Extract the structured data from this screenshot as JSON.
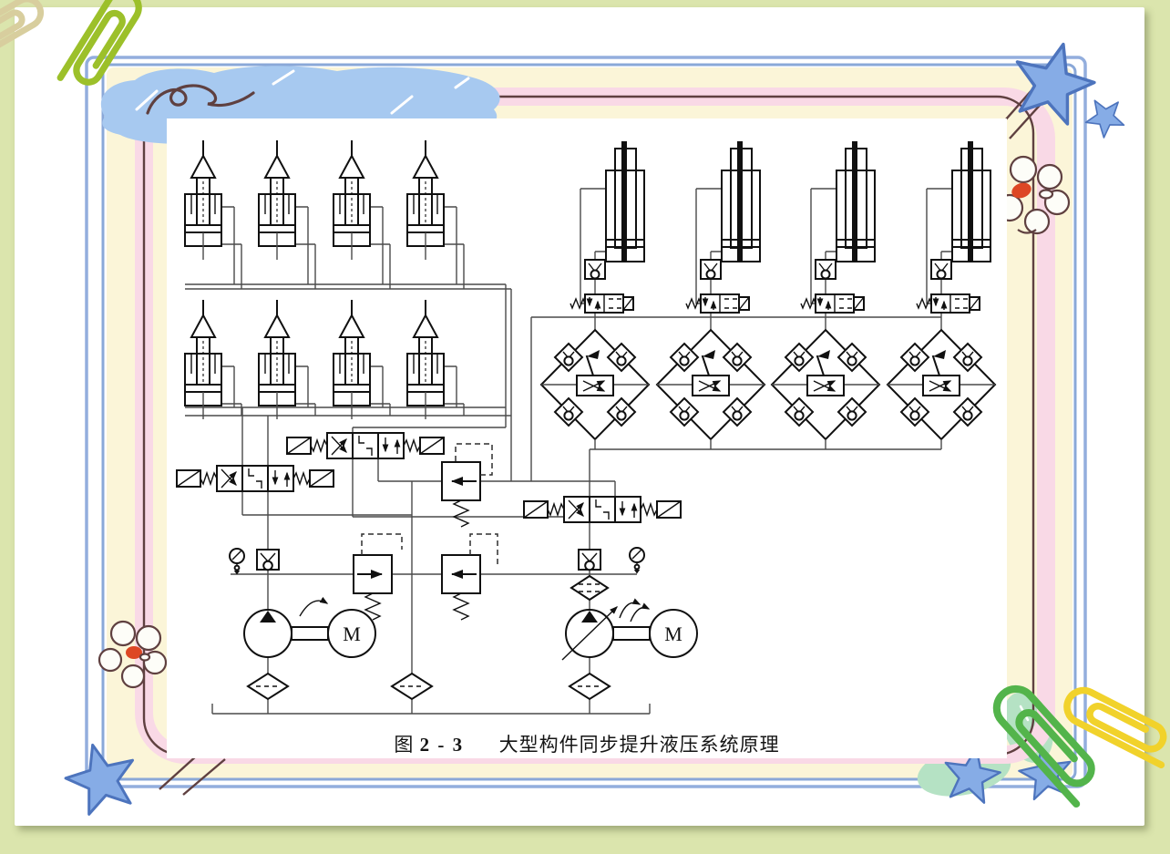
{
  "slide": {
    "background_color": "#dbe5ad",
    "paper_color": "#ffffff"
  },
  "caption": {
    "figure_label": "图",
    "figure_number": "2 - 3",
    "title": "大型构件同步提升液压系统原理"
  },
  "diagram": {
    "motor_label": "M",
    "panel_color": "#ffffff",
    "pipe_color": "#4a4a4a",
    "symbol_color": "#101010",
    "components": {
      "single_acting_lift_cylinders": 8,
      "telescopic_cylinders": 4,
      "pilot_operated_check_valves": 6,
      "two_position_solenoid_valves": 4,
      "check_valve_bridges": 4,
      "proportional_flow_valves": 4,
      "three_position_directional_valves": 3,
      "relief_valves": 3,
      "pressure_gauges": 2,
      "fixed_displacement_pumps": 1,
      "variable_displacement_pumps": 1,
      "electric_motors": 2,
      "filters": 4
    }
  },
  "decor": {
    "frame_blue": "#93aedd",
    "band_yellow": "#fbf5d8",
    "band_pink": "#f9d9e6",
    "vine_brown": "#5f4040",
    "cloud_blue": "#a7c9f0",
    "star_fill": "#86ace6",
    "star_stroke": "#4d74bd",
    "leaf_green": "#b5e2c4",
    "flower_red": "#dd4724",
    "clip_green_top": "#9cc02a",
    "clip_tan": "#d8ce9e",
    "clip_green_bottom": "#53b44b",
    "clip_yellow": "#f1d22b"
  }
}
